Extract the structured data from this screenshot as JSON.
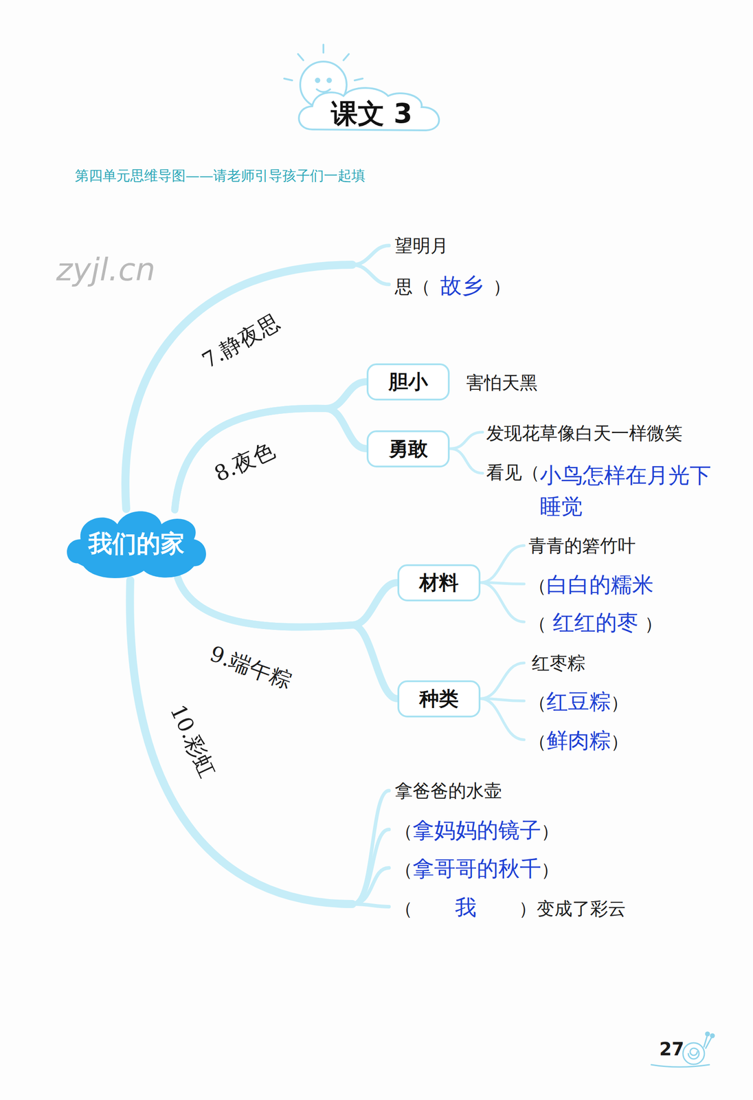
{
  "diagram": {
    "title": "课文 3",
    "nodes": [
      {
        "text": [
          "我们的家"
        ]
      },
      {
        "text": [
          "胆小"
        ]
      },
      {
        "text": [
          "勇敢"
        ]
      },
      {
        "text": [
          "材料"
        ]
      },
      {
        "text": [
          "种类"
        ]
      }
    ],
    "edges": [
      {
        "from": 0,
        "to": 1,
        "arrow": "none"
      },
      {
        "from": 0,
        "to": 2,
        "arrow": "none"
      },
      {
        "from": 0,
        "to": 3,
        "arrow": "none"
      },
      {
        "from": 0,
        "to": 4,
        "arrow": "none"
      }
    ],
    "labels": [
      "第四单元思维导图——请老师引导孩子们一起填",
      "zyjl.cn",
      "7.静夜思",
      "望明月",
      "思（",
      "故乡",
      "）",
      "8.夜色",
      "害怕天黑",
      "发现花草像白天一样微笑",
      "看见（",
      "小鸟怎样在月光下睡觉",
      "9.端午粽",
      "青青的箬竹叶",
      "（",
      "白白的糯米",
      "（",
      "红红的枣",
      "）",
      "红枣粽",
      "（",
      "红豆粽",
      "）",
      "（",
      "鲜肉粽",
      "）",
      "10.彩虹",
      "拿爸爸的水壶",
      "（",
      "拿妈妈的镜子",
      "）",
      "（",
      "拿哥哥的秋千",
      "）",
      "（",
      "我",
      "）变成了彩云",
      "27"
    ]
  }
}
